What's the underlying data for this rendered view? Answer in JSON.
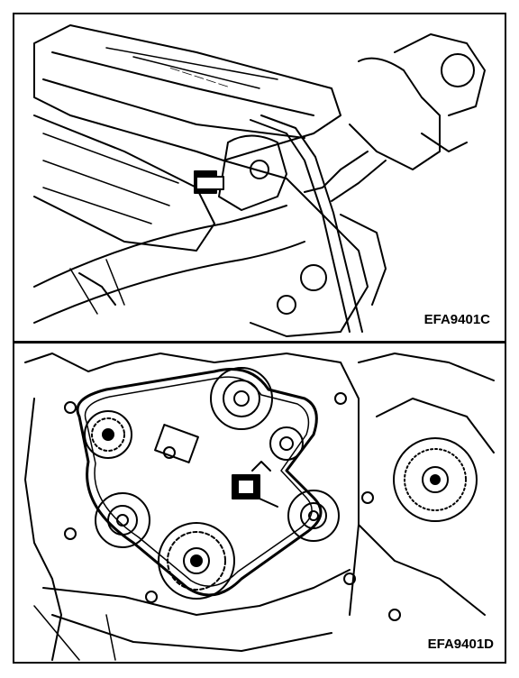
{
  "figures": [
    {
      "id": "top",
      "label": "EFA9401C"
    },
    {
      "id": "bottom",
      "label": "EFA9401D"
    }
  ],
  "colors": {
    "ink": "#000000",
    "paper": "#ffffff"
  },
  "icons": [
    "crankshaft-position-sensor-icon",
    "camshaft-sensor-connector-icon"
  ]
}
